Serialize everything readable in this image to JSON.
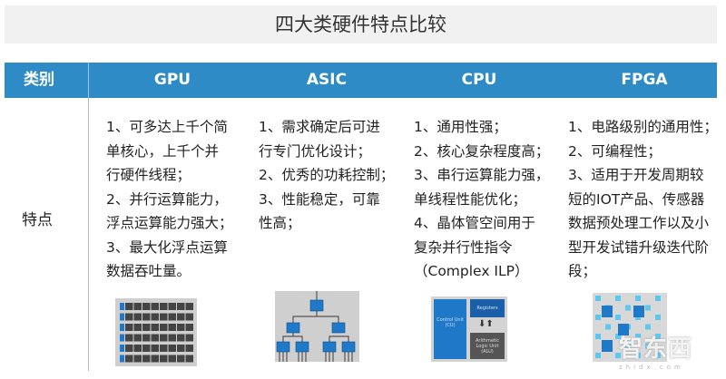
{
  "title": "四大类硬件特点比较",
  "header": {
    "category": "类别",
    "columns": [
      "GPU",
      "ASIC",
      "CPU",
      "FPGA"
    ]
  },
  "row_label": "特点",
  "features": {
    "gpu": [
      "1、可多达上千个简",
      "单核心，上千个并",
      "行硬件线程；",
      "2、并行运算能力，",
      "浮点运算能力强大；",
      "3、最大化浮点运算",
      "数据吞吐量。"
    ],
    "asic": [
      "1、需求确定后可进",
      "行专门优化设计；",
      "2、优秀的功耗控制；",
      "3、性能稳定，可靠",
      "性高；"
    ],
    "cpu": [
      "1、通用性强；",
      "2、核心复杂程度高；",
      "3、串行运算能力强，",
      "单线程性能优化；",
      "4、晶体管空间用于",
      "复杂并行性指令",
      "（Complex ILP）"
    ],
    "fpga": [
      "1、电路级别的通用性；",
      "2、可编程性；",
      "3、适用于开发周期较",
      "短的IOT产品、传感器",
      "数据预处理工作以及小",
      "型开发试错升级迭代阶",
      "段；"
    ]
  },
  "cpu_diagram": {
    "control": "Control Unit (CU)",
    "registers": "Registers",
    "alu": "Arithmetic Logic Unit (ALU)"
  },
  "watermark": {
    "text": "智东西",
    "url_text": "zhidx.com"
  },
  "colors": {
    "header": "#2e8bc6",
    "title_bg": "#f1f1f1",
    "chip_blue": "#1f78c8"
  }
}
